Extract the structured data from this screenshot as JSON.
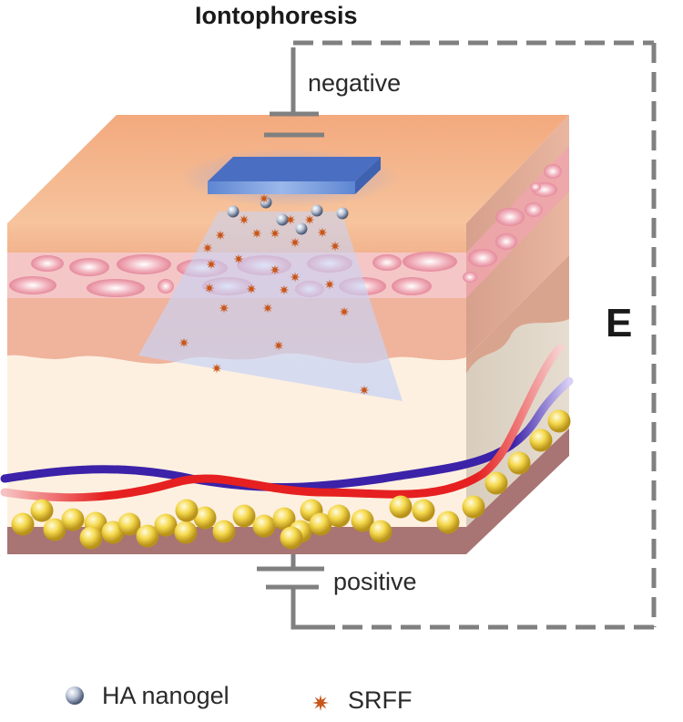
{
  "title": "Iontophoresis",
  "electrodes": {
    "top_label": "negative",
    "bottom_label": "positive"
  },
  "field_label": "E",
  "legend": [
    {
      "icon": "nanogel-sphere-icon",
      "label": "HA nanogel"
    },
    {
      "icon": "srff-star-icon",
      "label": "SRFF"
    }
  ],
  "colors": {
    "wire": "#808080",
    "stratum": "#f2bb96",
    "epidermis_band": "#f4c6c6",
    "dermis": "#fdf0e0",
    "fat": "#f3d24a",
    "vein": "#3a1aa8",
    "artery": "#e82020",
    "srff": "#c8561a",
    "patch": "#6f96dc"
  }
}
